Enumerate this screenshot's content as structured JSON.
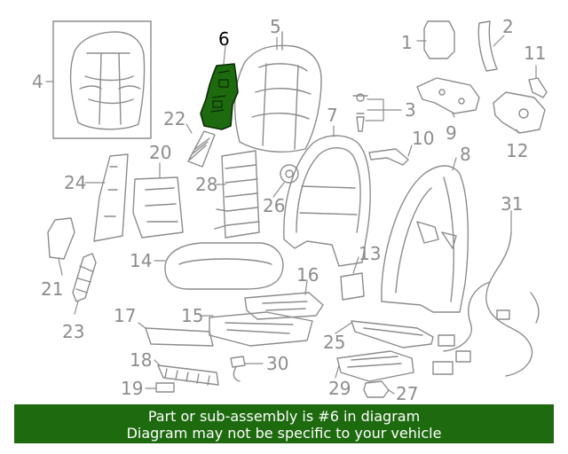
{
  "diagram": {
    "highlighted_part": "6",
    "highlight_color": "#1e6a0f",
    "line_color": "#8c8c8c",
    "callouts": [
      "1",
      "2",
      "3",
      "4",
      "5",
      "6",
      "7",
      "8",
      "9",
      "10",
      "11",
      "12",
      "13",
      "14",
      "15",
      "16",
      "17",
      "18",
      "19",
      "20",
      "21",
      "22",
      "23",
      "24",
      "25",
      "26",
      "27",
      "28",
      "29",
      "30",
      "31"
    ]
  },
  "banner": {
    "line1": "Part or sub-assembly is #6 in diagram",
    "line2": "Diagram may not be specific to your vehicle",
    "background": "#1e6a0f"
  }
}
